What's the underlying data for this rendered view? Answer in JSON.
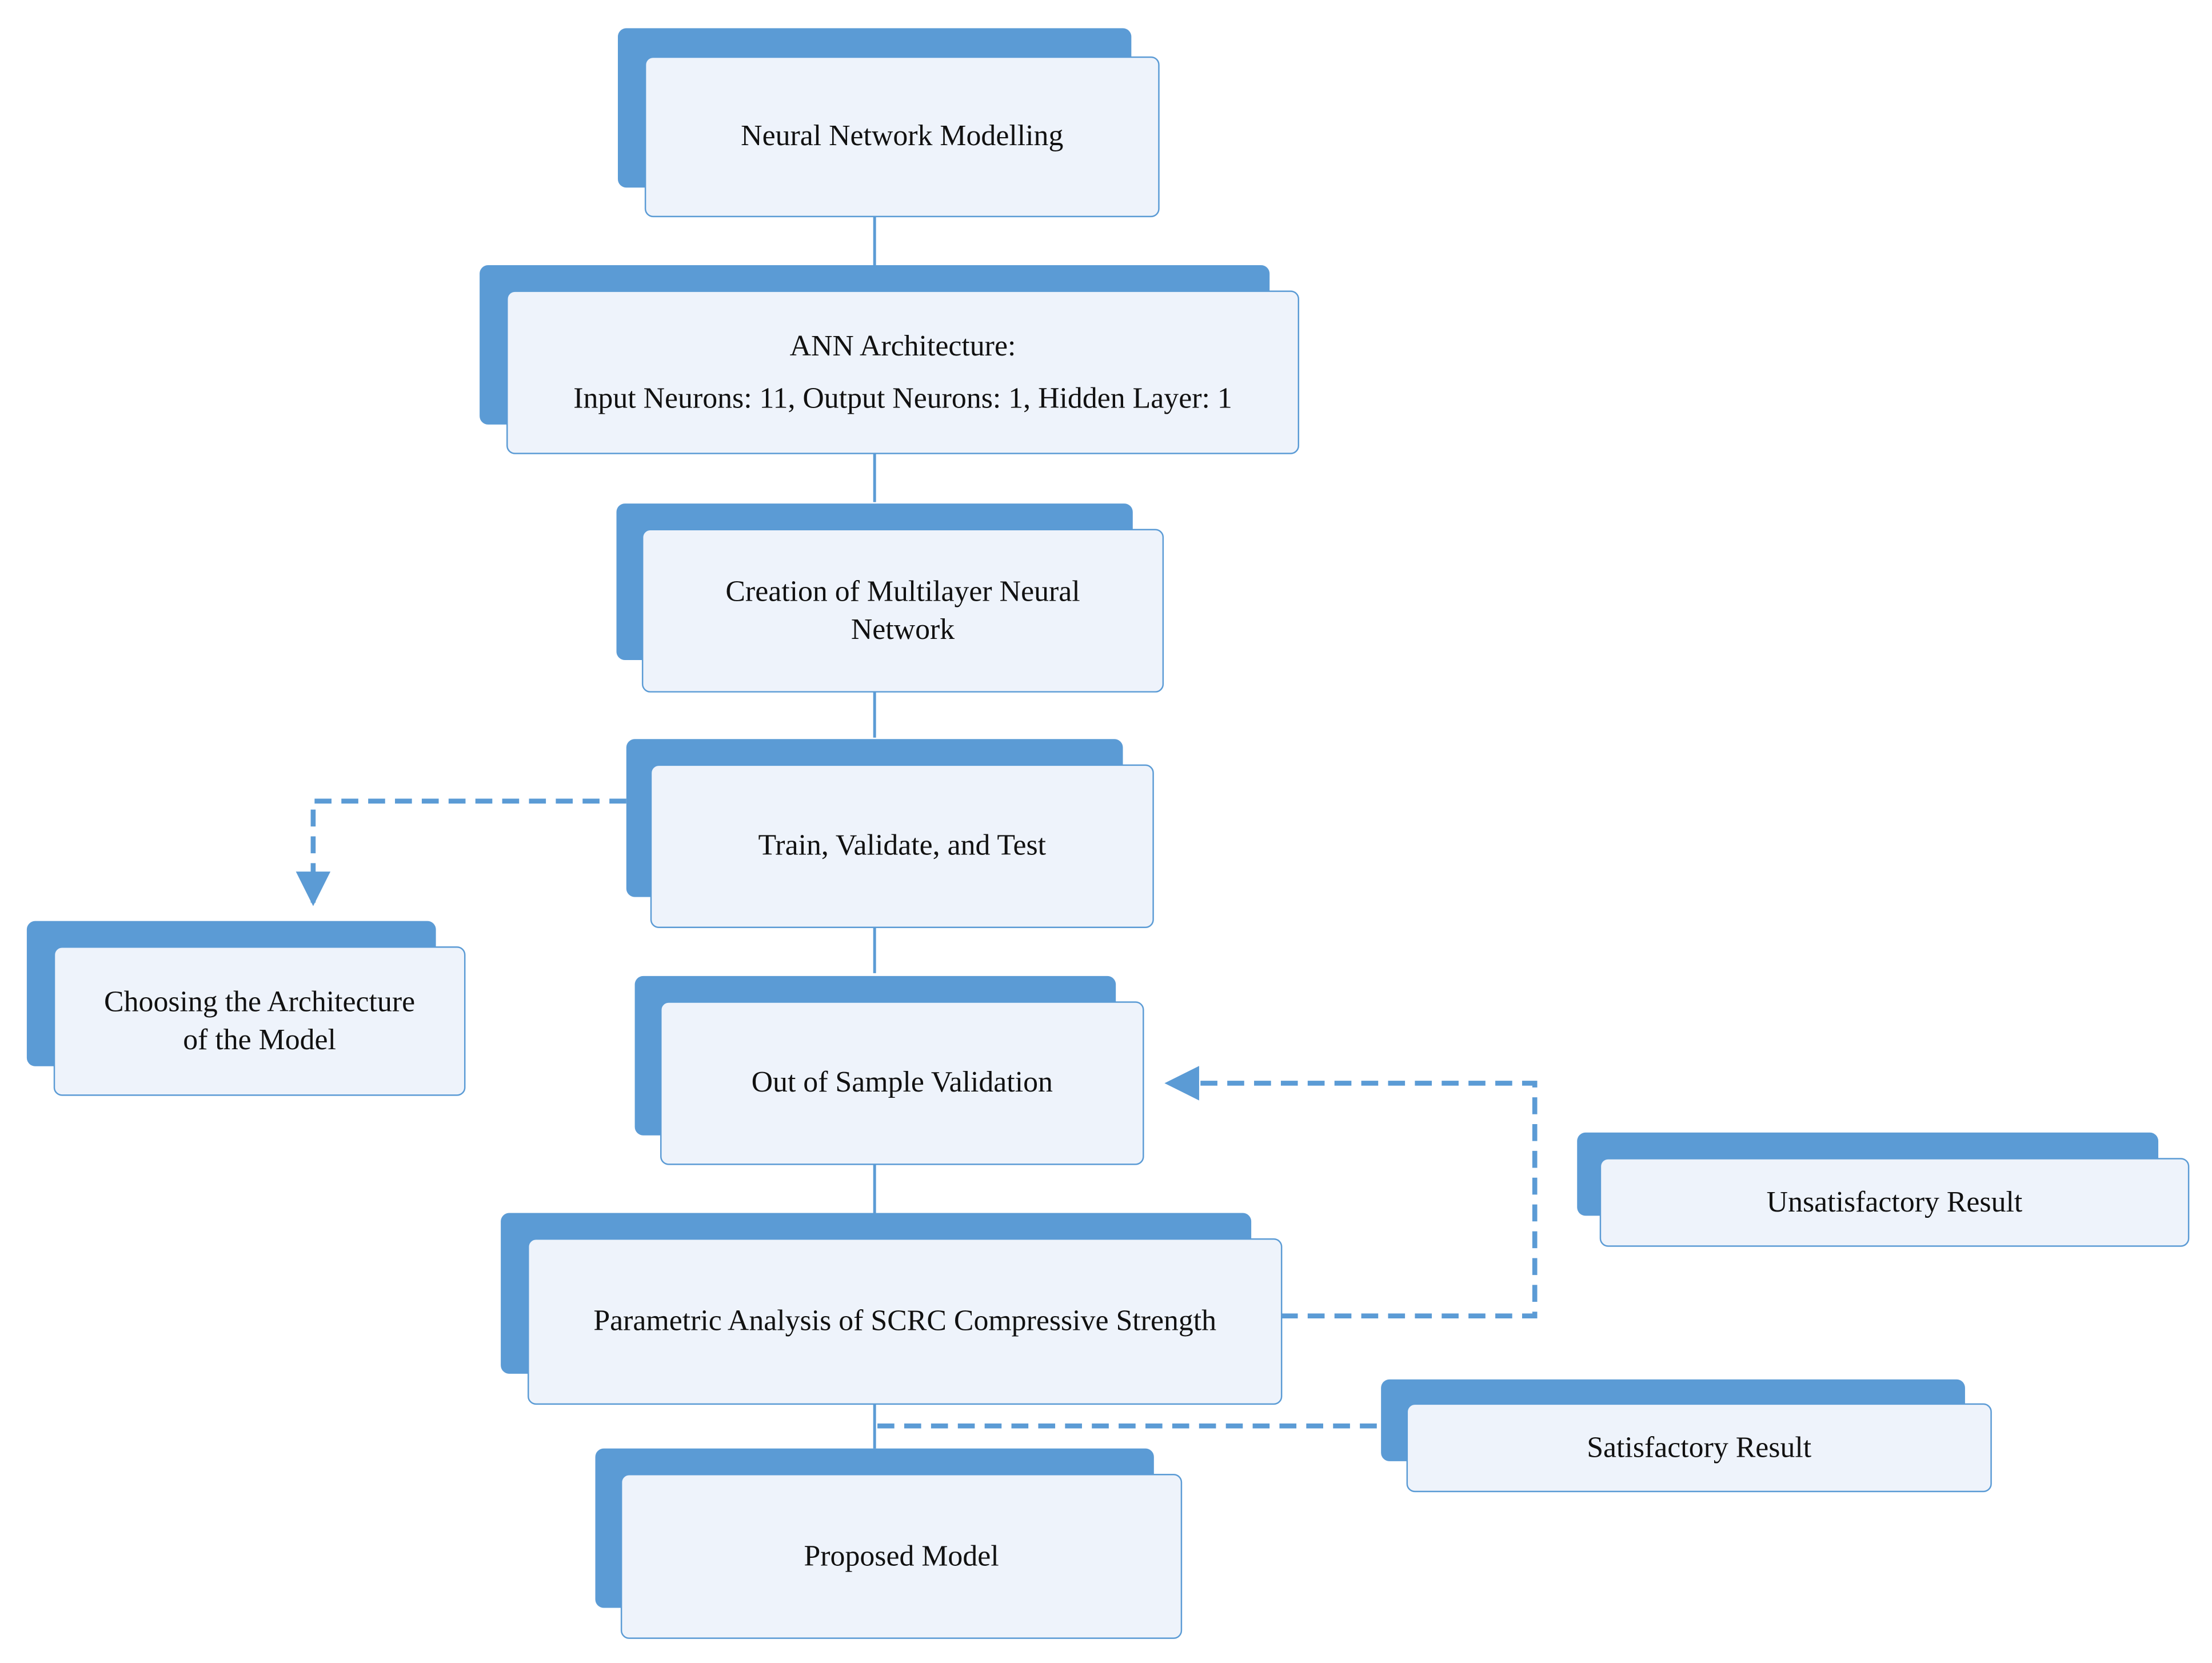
{
  "accent_color": "#5b9bd5",
  "box_fill_color": "#eef3fb",
  "nodes": {
    "neural_network_modelling": {
      "lines": [
        "Neural Network Modelling"
      ]
    },
    "ann_architecture": {
      "lines": [
        "ANN Architecture:",
        "Input Neurons: 11, Output Neurons: 1, Hidden Layer: 1"
      ]
    },
    "multilayer_network": {
      "lines": [
        "Creation of Multilayer Neural",
        "Network"
      ]
    },
    "train_validate_test": {
      "lines": [
        "Train, Validate, and Test"
      ]
    },
    "choosing_architecture": {
      "lines": [
        "Choosing the Architecture",
        "of the Model"
      ]
    },
    "out_of_sample": {
      "lines": [
        "Out of Sample Validation"
      ]
    },
    "unsatisfactory_result": {
      "lines": [
        "Unsatisfactory Result"
      ]
    },
    "parametric_analysis": {
      "lines": [
        "Parametric Analysis of SCRC Compressive Strength"
      ]
    },
    "satisfactory_result": {
      "lines": [
        "Satisfactory Result"
      ]
    },
    "proposed_model": {
      "lines": [
        "Proposed Model"
      ]
    }
  },
  "edges": [
    {
      "from": "neural_network_modelling",
      "to": "ann_architecture",
      "style": "solid"
    },
    {
      "from": "ann_architecture",
      "to": "multilayer_network",
      "style": "solid"
    },
    {
      "from": "multilayer_network",
      "to": "train_validate_test",
      "style": "solid"
    },
    {
      "from": "train_validate_test",
      "to": "out_of_sample",
      "style": "solid"
    },
    {
      "from": "out_of_sample",
      "to": "parametric_analysis",
      "style": "solid"
    },
    {
      "from": "parametric_analysis",
      "to": "proposed_model",
      "style": "solid"
    },
    {
      "from": "train_validate_test",
      "to": "choosing_architecture",
      "style": "dashed-arrow"
    },
    {
      "from": "parametric_analysis",
      "to": "out_of_sample",
      "style": "dashed-arrow"
    },
    {
      "from": "parametric_analysis",
      "to": "satisfactory_result",
      "style": "dashed"
    }
  ]
}
